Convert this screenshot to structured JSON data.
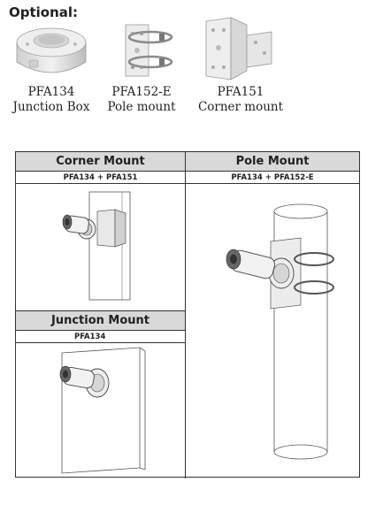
{
  "optional": {
    "title": "Optional:"
  },
  "accessories": [
    {
      "code": "PFA134",
      "desc": "Junction Box"
    },
    {
      "code": "PFA152-E",
      "desc": "Pole mount"
    },
    {
      "code": "PFA151",
      "desc": "Corner mount"
    }
  ],
  "table": {
    "corner": {
      "title": "Corner Mount",
      "parts": "PFA134 + PFA151"
    },
    "pole": {
      "title": "Pole Mount",
      "parts": "PFA134 + PFA152-E"
    },
    "junction": {
      "title": "Junction Mount",
      "parts": "PFA134"
    }
  },
  "colors": {
    "header_bg": "#d9d9d9",
    "line": "#333333",
    "text": "#231f20"
  }
}
